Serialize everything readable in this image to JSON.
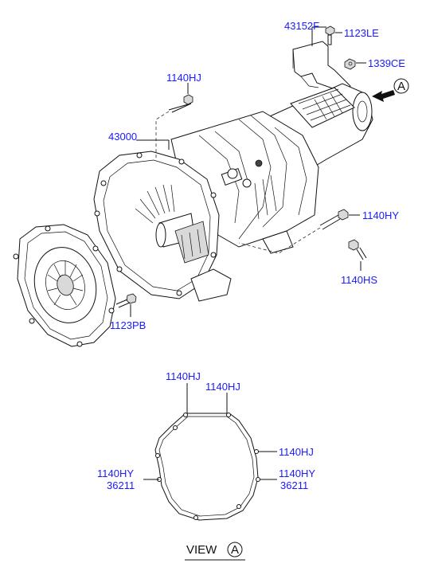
{
  "callouts": {
    "p43152F": "43152F",
    "p1123LE": "1123LE",
    "p1339CE": "1339CE",
    "p1140HJ_top": "1140HJ",
    "p43000": "43000",
    "p1140HY": "1140HY",
    "p1140HS": "1140HS",
    "p1123PB": "1123PB"
  },
  "view_marker": "A",
  "view_a": {
    "title": "VIEW",
    "marker": "A",
    "labels": {
      "top_left_1140HJ": "1140HJ",
      "top_right_1140HJ": "1140HJ",
      "right_1140HJ": "1140HJ",
      "left_1140HY": "1140HY",
      "left_36211": "36211",
      "right_1140HY": "1140HY",
      "right_36211": "36211"
    }
  },
  "colors": {
    "label": "#1a1aff",
    "line": "#111111",
    "shade": "#d9d9d9"
  }
}
